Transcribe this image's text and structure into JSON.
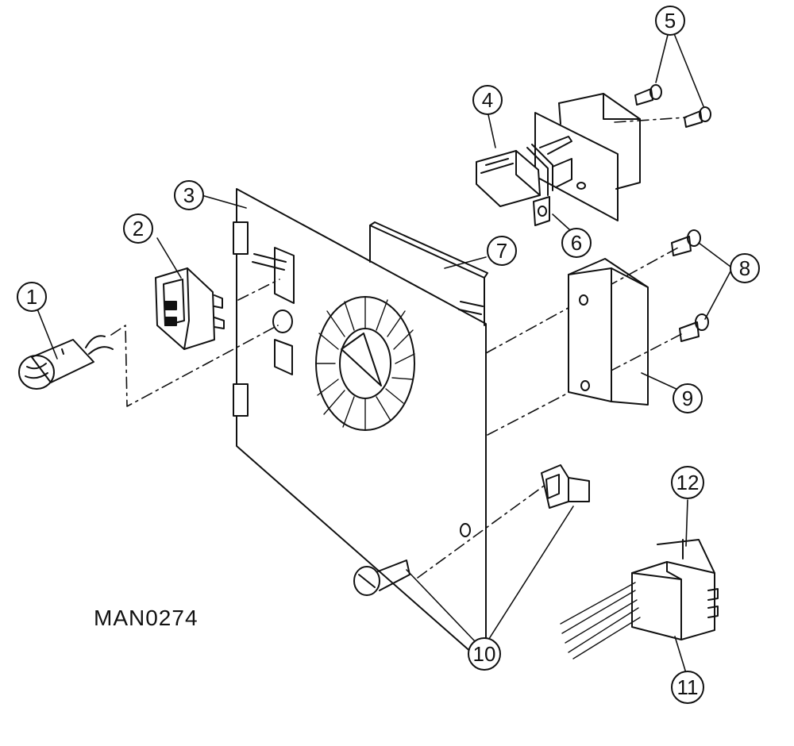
{
  "figure_id": "MAN0274",
  "callouts": [
    {
      "label": "1"
    },
    {
      "label": "2"
    },
    {
      "label": "3"
    },
    {
      "label": "4"
    },
    {
      "label": "5"
    },
    {
      "label": "6"
    },
    {
      "label": "7"
    },
    {
      "label": "8"
    },
    {
      "label": "9"
    },
    {
      "label": "10"
    },
    {
      "label": "11"
    },
    {
      "label": "12"
    }
  ],
  "colors": {
    "line": "#111111",
    "background": "#ffffff"
  }
}
